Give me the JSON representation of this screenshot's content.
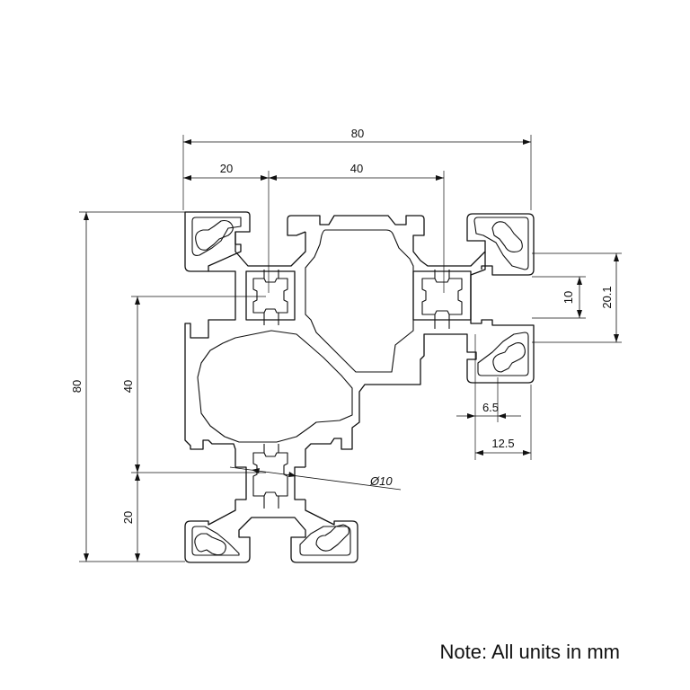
{
  "dimensions": {
    "overall_width": "80",
    "left_pitch": "20",
    "center_pitch": "40",
    "overall_height": "80",
    "vertical_pitch": "40",
    "bottom_pitch": "20",
    "slot_width": "10",
    "slot_depth": "20.1",
    "slot_opening": "6.5",
    "corner_width": "12.5",
    "bore_diameter": "Ø10"
  },
  "note": "Note: All units in mm",
  "colors": {
    "line": "#111111",
    "background": "#ffffff"
  }
}
